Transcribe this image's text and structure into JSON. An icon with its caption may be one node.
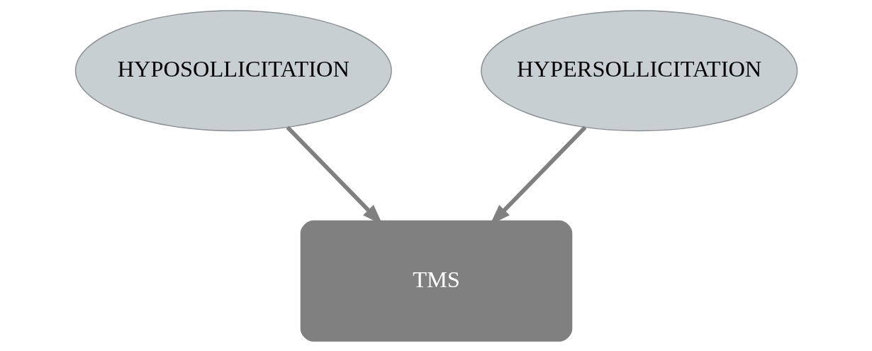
{
  "diagram": {
    "nodes": [
      {
        "text": [
          "HYPOSOLLICITATION"
        ]
      },
      {
        "text": [
          "HYPERSOLLICITATION"
        ]
      },
      {
        "text": [
          "TMS"
        ]
      }
    ],
    "edges": [
      {
        "from": 0,
        "to": 2,
        "arrow": "to"
      },
      {
        "from": 1,
        "to": 2,
        "arrow": "to"
      }
    ]
  }
}
